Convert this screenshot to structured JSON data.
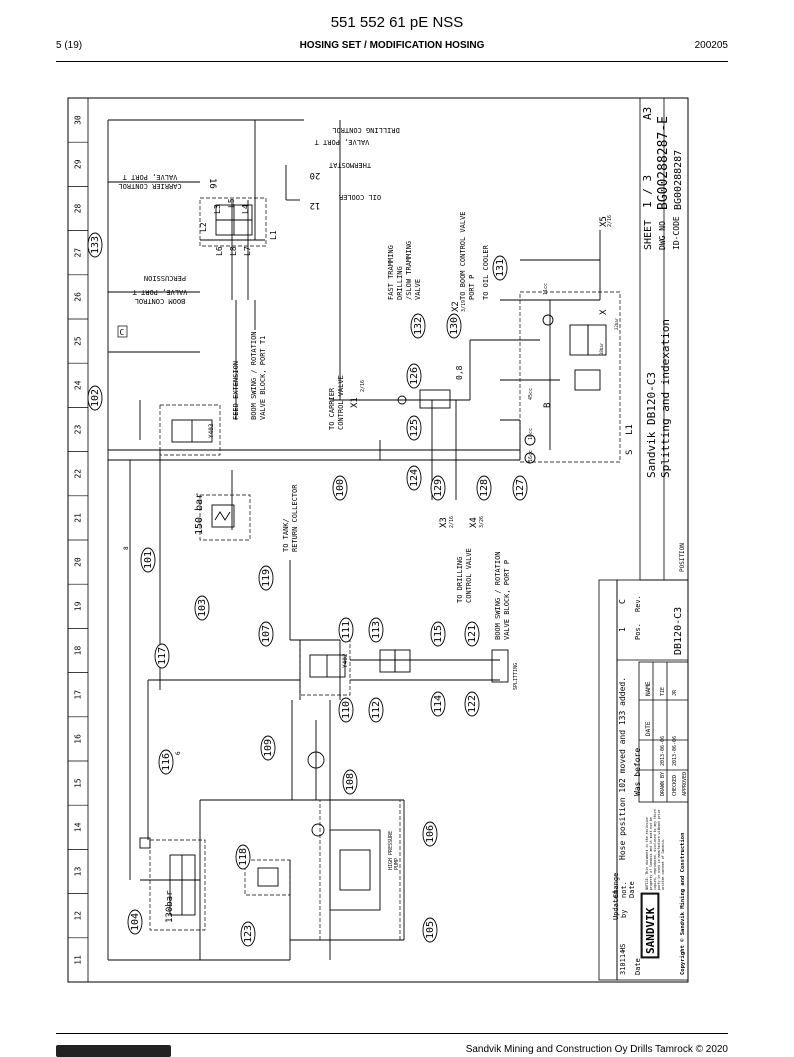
{
  "header": {
    "doc_number": "551 552 61 pE NSS",
    "page": "5 (19)",
    "section": "HOSING SET / MODIFICATION HOSING",
    "date_code": "200205"
  },
  "footer": {
    "company": "Sandvik Mining and Construction Oy Drills Tamrock © 2020"
  },
  "frame": {
    "zones": [
      "30",
      "29",
      "28",
      "27",
      "26",
      "25",
      "24",
      "23",
      "22",
      "21",
      "20",
      "19",
      "18",
      "17",
      "16",
      "15",
      "14",
      "13",
      "12",
      "11"
    ],
    "zone_letter": "C"
  },
  "title_block": {
    "title": "Sandvik DB120-C3",
    "subtitle": "Splitting and indexation",
    "sheet_label": "SHEET",
    "sheet": "1  /  3",
    "size": "A3",
    "dwg_label": "DWG NO",
    "dwg_no": "BG00288287-E",
    "id_label": "ID-CODE",
    "id_code": "BG00288287",
    "position_label": "POSITION",
    "model": "DB120-C3",
    "change_note": "Hose position 102 moved and 133 added.",
    "was_before": "Was before",
    "date_label": "DATE",
    "name_label": "NAME",
    "drawn_by": "DRAWN BY",
    "checked": "CHECKED",
    "approved": "APPROVED",
    "drawn_date": "2013-06-06",
    "drawn_name": "TIE",
    "checked_date": "2013-06-06",
    "checked_name": "JR",
    "rev_pos": "1",
    "rev_letter": "C",
    "pos_label": "Pos.",
    "rev_label": "Rev.",
    "updated_label": "Updated",
    "by_label": "by",
    "change_label": "Change",
    "not_label": "not.",
    "date2_label": "Date",
    "date_row_label": "Date",
    "upd_initials": "HS",
    "upd_date": "310114",
    "brand": "SANDVIK",
    "copyright": "Copyright © Sandvik Mining and Construction",
    "notice": "NOTICE: This document is the exclusive property of Sandvik and it must not be copied, reproduced, disclosed to any third party or used in manufacture without prior written consent of Sandvik."
  },
  "labels": {
    "drilling_control": "DRILLING CONTROL",
    "valve_port_t": "VALVE, PORT T",
    "thermostat": "THERMOSTAT",
    "oil_cooler_top": "OIL COOLER",
    "carrier_control": "CARRIER CONTROL",
    "carrier_port": "VALVE, PORT T",
    "percussion": "PERCUSSION",
    "boom_control": "BOOM CONTROL",
    "boom_port": "VALVE, PORT T",
    "feed_extension": "FEED EXTENSION",
    "boom_swing_rot": "BOOM SWING / ROTATION",
    "valve_block_t1": "VALVE BLOCK, PORT T1",
    "to_carrier": "TO CARRIER",
    "control_valve": "CONTROL VALVE",
    "fast_tramming": "FAST TRAMMING",
    "drilling": "DRILLING",
    "slow_tramming": "/SLOW TRAMMING",
    "valve": "VALVE",
    "to_boom_cv": "TO BOOM CONTROL VALVE",
    "port_p": "PORT P",
    "to_oil_cooler": "TO OIL COOLER",
    "to_tank": "TO TANK/",
    "return_collector": "RETURN COLLECTOR",
    "to_drilling": "TO DRILLING",
    "control_valve2": "CONTROL VALVE",
    "boom_swing2": "BOOM SWING / ROTATION",
    "valve_block_p": "VALVE BLOCK, PORT P",
    "splitting": "SPLITTING",
    "hp_pump": "HIGH PRESSURE",
    "pump": "PUMP",
    "bar150": "150 bar",
    "bar130": "130bar",
    "y403": "Y403",
    "y402": "Y402",
    "x1": "X1",
    "x1s": "2/16",
    "x2": "X2",
    "x2s": "3/19",
    "x3": "X3",
    "x3s": "2/16",
    "x4": "X4",
    "x4s": "3/26",
    "x5": "X5",
    "x5s": "2/16",
    "n0_8": "0,8",
    "l1": "L1",
    "s": "S",
    "b": "B",
    "x": "X",
    "n12": "12",
    "n16": "16",
    "n20": "20",
    "n8": "8",
    "n6": "6",
    "cc16a": "16cc",
    "cc16b": "16cc",
    "cc45": "45cc",
    "cc11": "11cc",
    "bar18": "18bar",
    "bar22": "22bar"
  },
  "ports": {
    "top_block": [
      "L2",
      "L3",
      "L5",
      "L4",
      "L1",
      "L6",
      "L8",
      "L7"
    ]
  },
  "positions": [
    "133",
    "131",
    "132",
    "130",
    "126",
    "125",
    "124",
    "129",
    "128",
    "127",
    "102",
    "100",
    "101",
    "103",
    "119",
    "107",
    "111",
    "113",
    "115",
    "121",
    "117",
    "110",
    "112",
    "114",
    "122",
    "116",
    "109",
    "108",
    "106",
    "118",
    "104",
    "123",
    "105"
  ]
}
